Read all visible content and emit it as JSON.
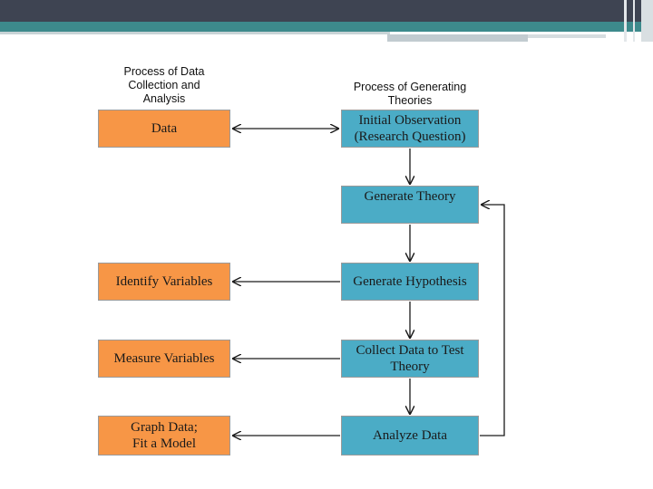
{
  "diagram": {
    "left_header": "Process of Data\nCollection and\nAnalysis",
    "right_header": "Process of Generating\nTheories",
    "left_boxes": [
      "Data",
      "Identify Variables",
      "Measure Variables",
      "Graph Data;\nFit a Model"
    ],
    "right_boxes": [
      "Initial Observation\n(Research Question)",
      "Generate Theory",
      "Generate Hypothesis",
      "Collect Data to Test\nTheory",
      "Analyze Data"
    ],
    "colors": {
      "left_box": "#f79646",
      "right_box": "#4bacc6",
      "header_dark": "#3e4452",
      "header_teal": "#3d8a8c"
    }
  }
}
